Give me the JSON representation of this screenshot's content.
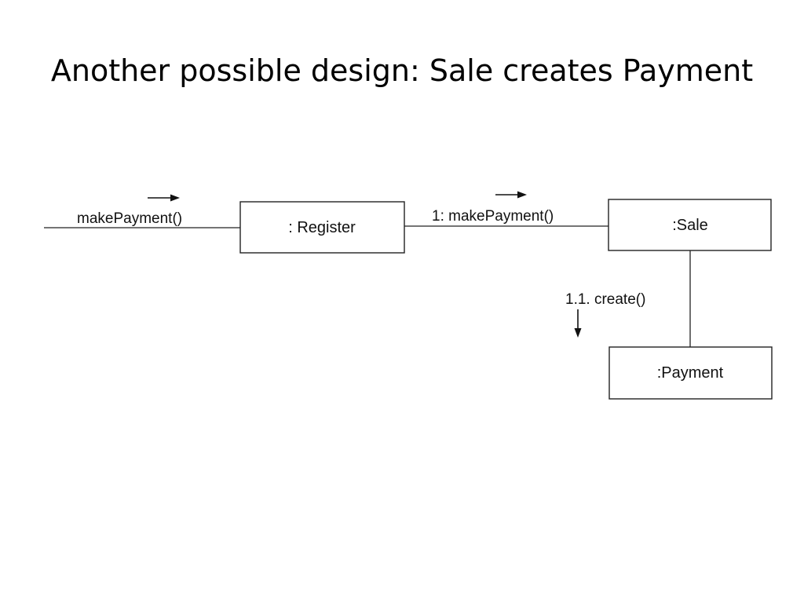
{
  "slide": {
    "title": "Another possible design: Sale creates Payment"
  },
  "diagram": {
    "objects": {
      "register": ": Register",
      "sale": ":Sale",
      "payment": ":Payment"
    },
    "messages": {
      "incoming": "makePayment()",
      "register_to_sale": "1: makePayment()",
      "sale_to_payment": "1.1. create()"
    }
  }
}
